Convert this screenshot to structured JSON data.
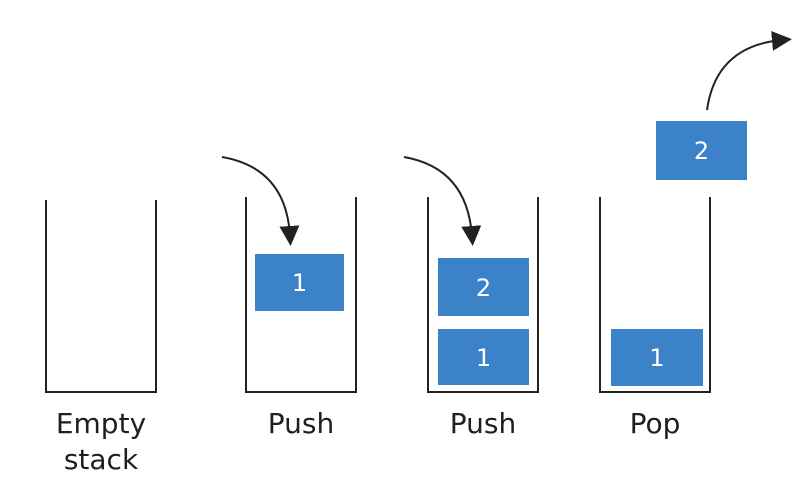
{
  "diagram": {
    "colors": {
      "box_fill": "#3b82c8",
      "box_text": "#ffffff",
      "line": "#222222",
      "caption": "#1f1f1f"
    },
    "stacks": [
      {
        "caption_line1": "Empty",
        "caption_line2": "stack",
        "items": []
      },
      {
        "caption_line1": "Push",
        "items": [
          "1"
        ]
      },
      {
        "caption_line1": "Push",
        "items": [
          "2",
          "1"
        ]
      },
      {
        "caption_line1": "Pop",
        "items": [
          "1"
        ],
        "popped": "2"
      }
    ]
  }
}
